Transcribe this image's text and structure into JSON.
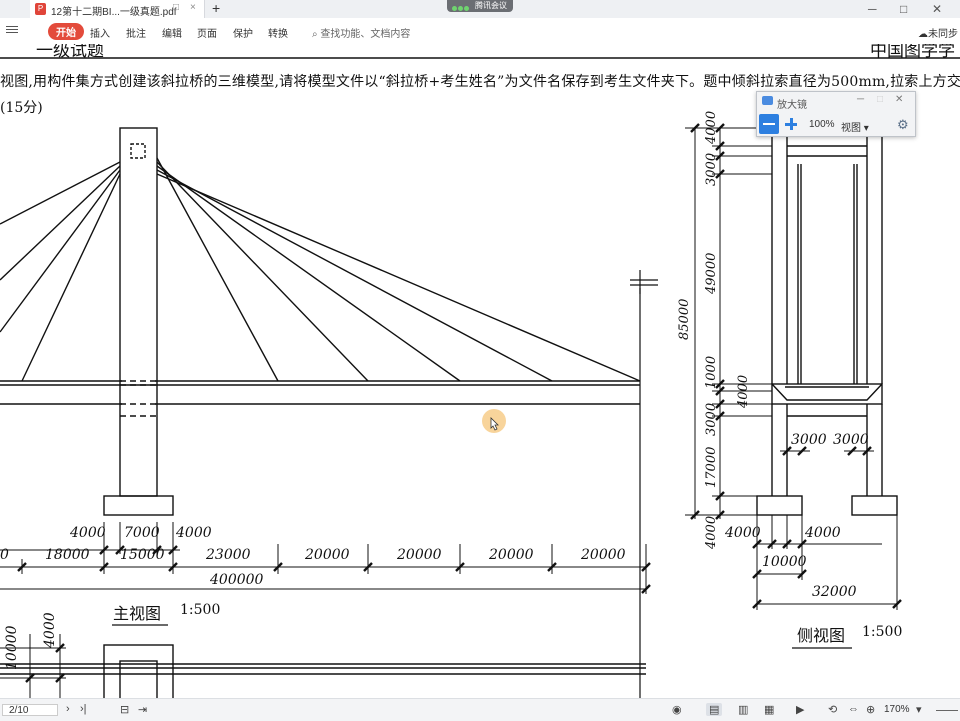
{
  "titlebar": {
    "tab_title": "12第十二期BI...一级真题.pdf",
    "meeting_label": "腾讯会议",
    "new_tab_symbol": "+"
  },
  "toolbar": {
    "items": [
      "开始",
      "插入",
      "批注",
      "编辑",
      "页面",
      "保护",
      "转换"
    ],
    "search_placeholder": "查找功能、文档内容",
    "sync_label": "未同步"
  },
  "document": {
    "header_left": "一级试题",
    "header_right": "中国图学学",
    "instruction_line1": "视图,用构件集方式创建该斜拉桥的三维模型,请将模型文件以“斜拉桥+考生姓名”为文件名保存到考生文件夹下。题中倾斜拉索直径为500mm,拉索上方交",
    "instruction_line2": "(15分)",
    "main_view": {
      "caption": "主视图",
      "scale": "1:500",
      "dims_top": [
        "4000",
        "7000",
        "4000"
      ],
      "dims_mid": [
        "0",
        "18000",
        "15000",
        "23000",
        "20000",
        "20000",
        "20000",
        "20000"
      ],
      "dim_total": "400000"
    },
    "side_view": {
      "caption": "侧视图",
      "scale": "1:500",
      "vertical_dims": [
        "4000",
        "3000",
        "49000",
        "1000",
        "4000",
        "3000",
        "17000",
        "4000"
      ],
      "vertical_total": "85000",
      "inner_dims": [
        "3000",
        "3000"
      ],
      "bottom_dims": [
        "4000",
        "4000"
      ],
      "mid_dim": "10000",
      "total_width": "32000"
    },
    "lower_view_dims": [
      "10000",
      "4000"
    ]
  },
  "magnifier": {
    "title": "放大镜",
    "zoom": "100%",
    "view_label": "视图"
  },
  "statusbar": {
    "page": "2/10",
    "zoom": "170%"
  },
  "colors": {
    "accent_red": "#e34b3b",
    "magnifier_blue": "#2d7fe0",
    "cursor_highlight": "#f5c67a"
  }
}
